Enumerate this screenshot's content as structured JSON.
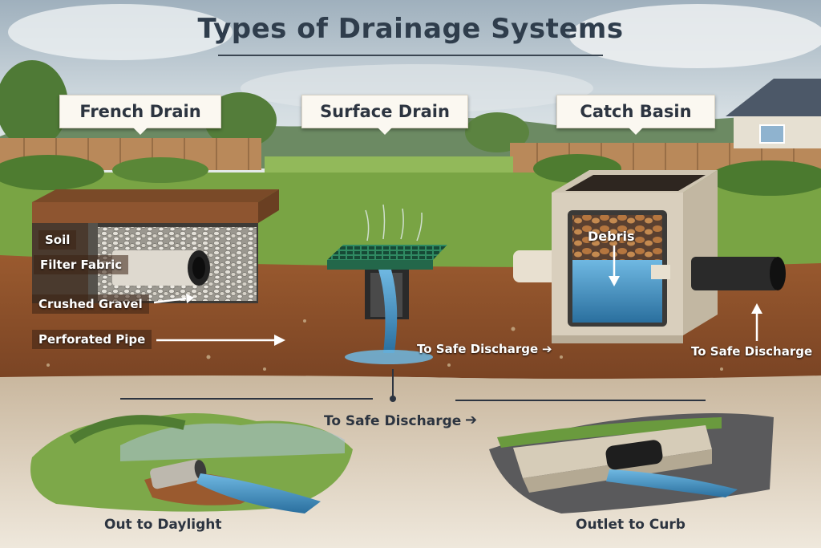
{
  "title": "Types of Drainage Systems",
  "signs": {
    "french": "French Drain",
    "surface": "Surface Drain",
    "catch": "Catch Basin"
  },
  "french_labels": {
    "soil": "Soil",
    "fabric": "Filter Fabric",
    "gravel": "Crushed Gravel",
    "pipe": "Perforated Pipe"
  },
  "catch_labels": {
    "debris": "Debris"
  },
  "discharge": {
    "surface": "To Safe Discharge",
    "catch": "To Safe Discharge",
    "main": "To Safe Discharge"
  },
  "outlets": {
    "daylight": "Out to Daylight",
    "curb": "Outlet to Curb"
  },
  "colors": {
    "sky": "#b9c7d1",
    "grass": "#6f9a3a",
    "soil": "#8a4f2a",
    "water": "#3c8fc4",
    "grate": "#2e7d5b",
    "concrete": "#d9cfbd",
    "text_dark": "#2f3d4c"
  }
}
